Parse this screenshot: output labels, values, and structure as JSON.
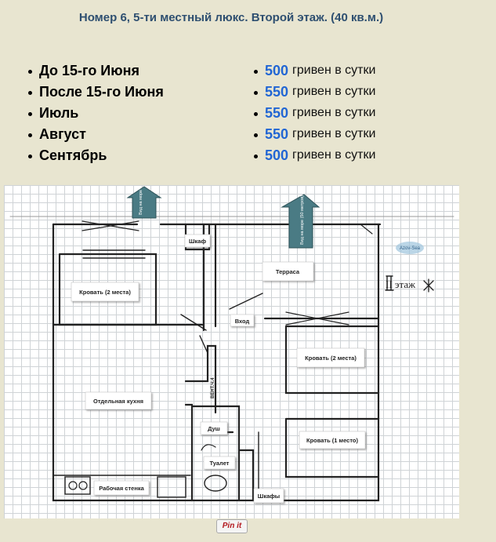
{
  "title": "Номер 6, 5-ти местный люкс. Второй этаж. (40 кв.м.)",
  "periods": [
    {
      "month": "До 15-го Июня",
      "price": "500",
      "unit": "гривен в сутки"
    },
    {
      "month": "После 15-го Июня",
      "price": "550",
      "unit": "гривен в сутки"
    },
    {
      "month": "Июль",
      "price": "550",
      "unit": "гривен в сутки"
    },
    {
      "month": "Август",
      "price": "550",
      "unit": "гривен в сутки"
    },
    {
      "month": "Сентябрь",
      "price": "500",
      "unit": "гривен в сутки"
    }
  ],
  "plan": {
    "labels": {
      "wardrobe": "Шкаф",
      "terrace": "Терраса",
      "bed2_left": "Кровать (2 места)",
      "entrance": "Вход",
      "bed2_right": "Кровать (2 места)",
      "kitchen": "Отдельная кухня",
      "shower": "Душ",
      "toilet": "Туалет",
      "bed1": "Кровать (1 место)",
      "worktop": "Рабочая стенка",
      "wardrobes": "Шкафы",
      "vent": "ВЕНТ.Ч.4"
    },
    "arrow_left": "Вид на море",
    "arrow_right": "Вид на море (50 метров)",
    "floor_mark": "II этаж",
    "logo": "Azov-Sea"
  },
  "pinit_label": "Pin it",
  "colors": {
    "title": "#2e4f70",
    "price": "#2166d4",
    "background": "#e8e5d0",
    "arrow": "#4a7b84"
  }
}
